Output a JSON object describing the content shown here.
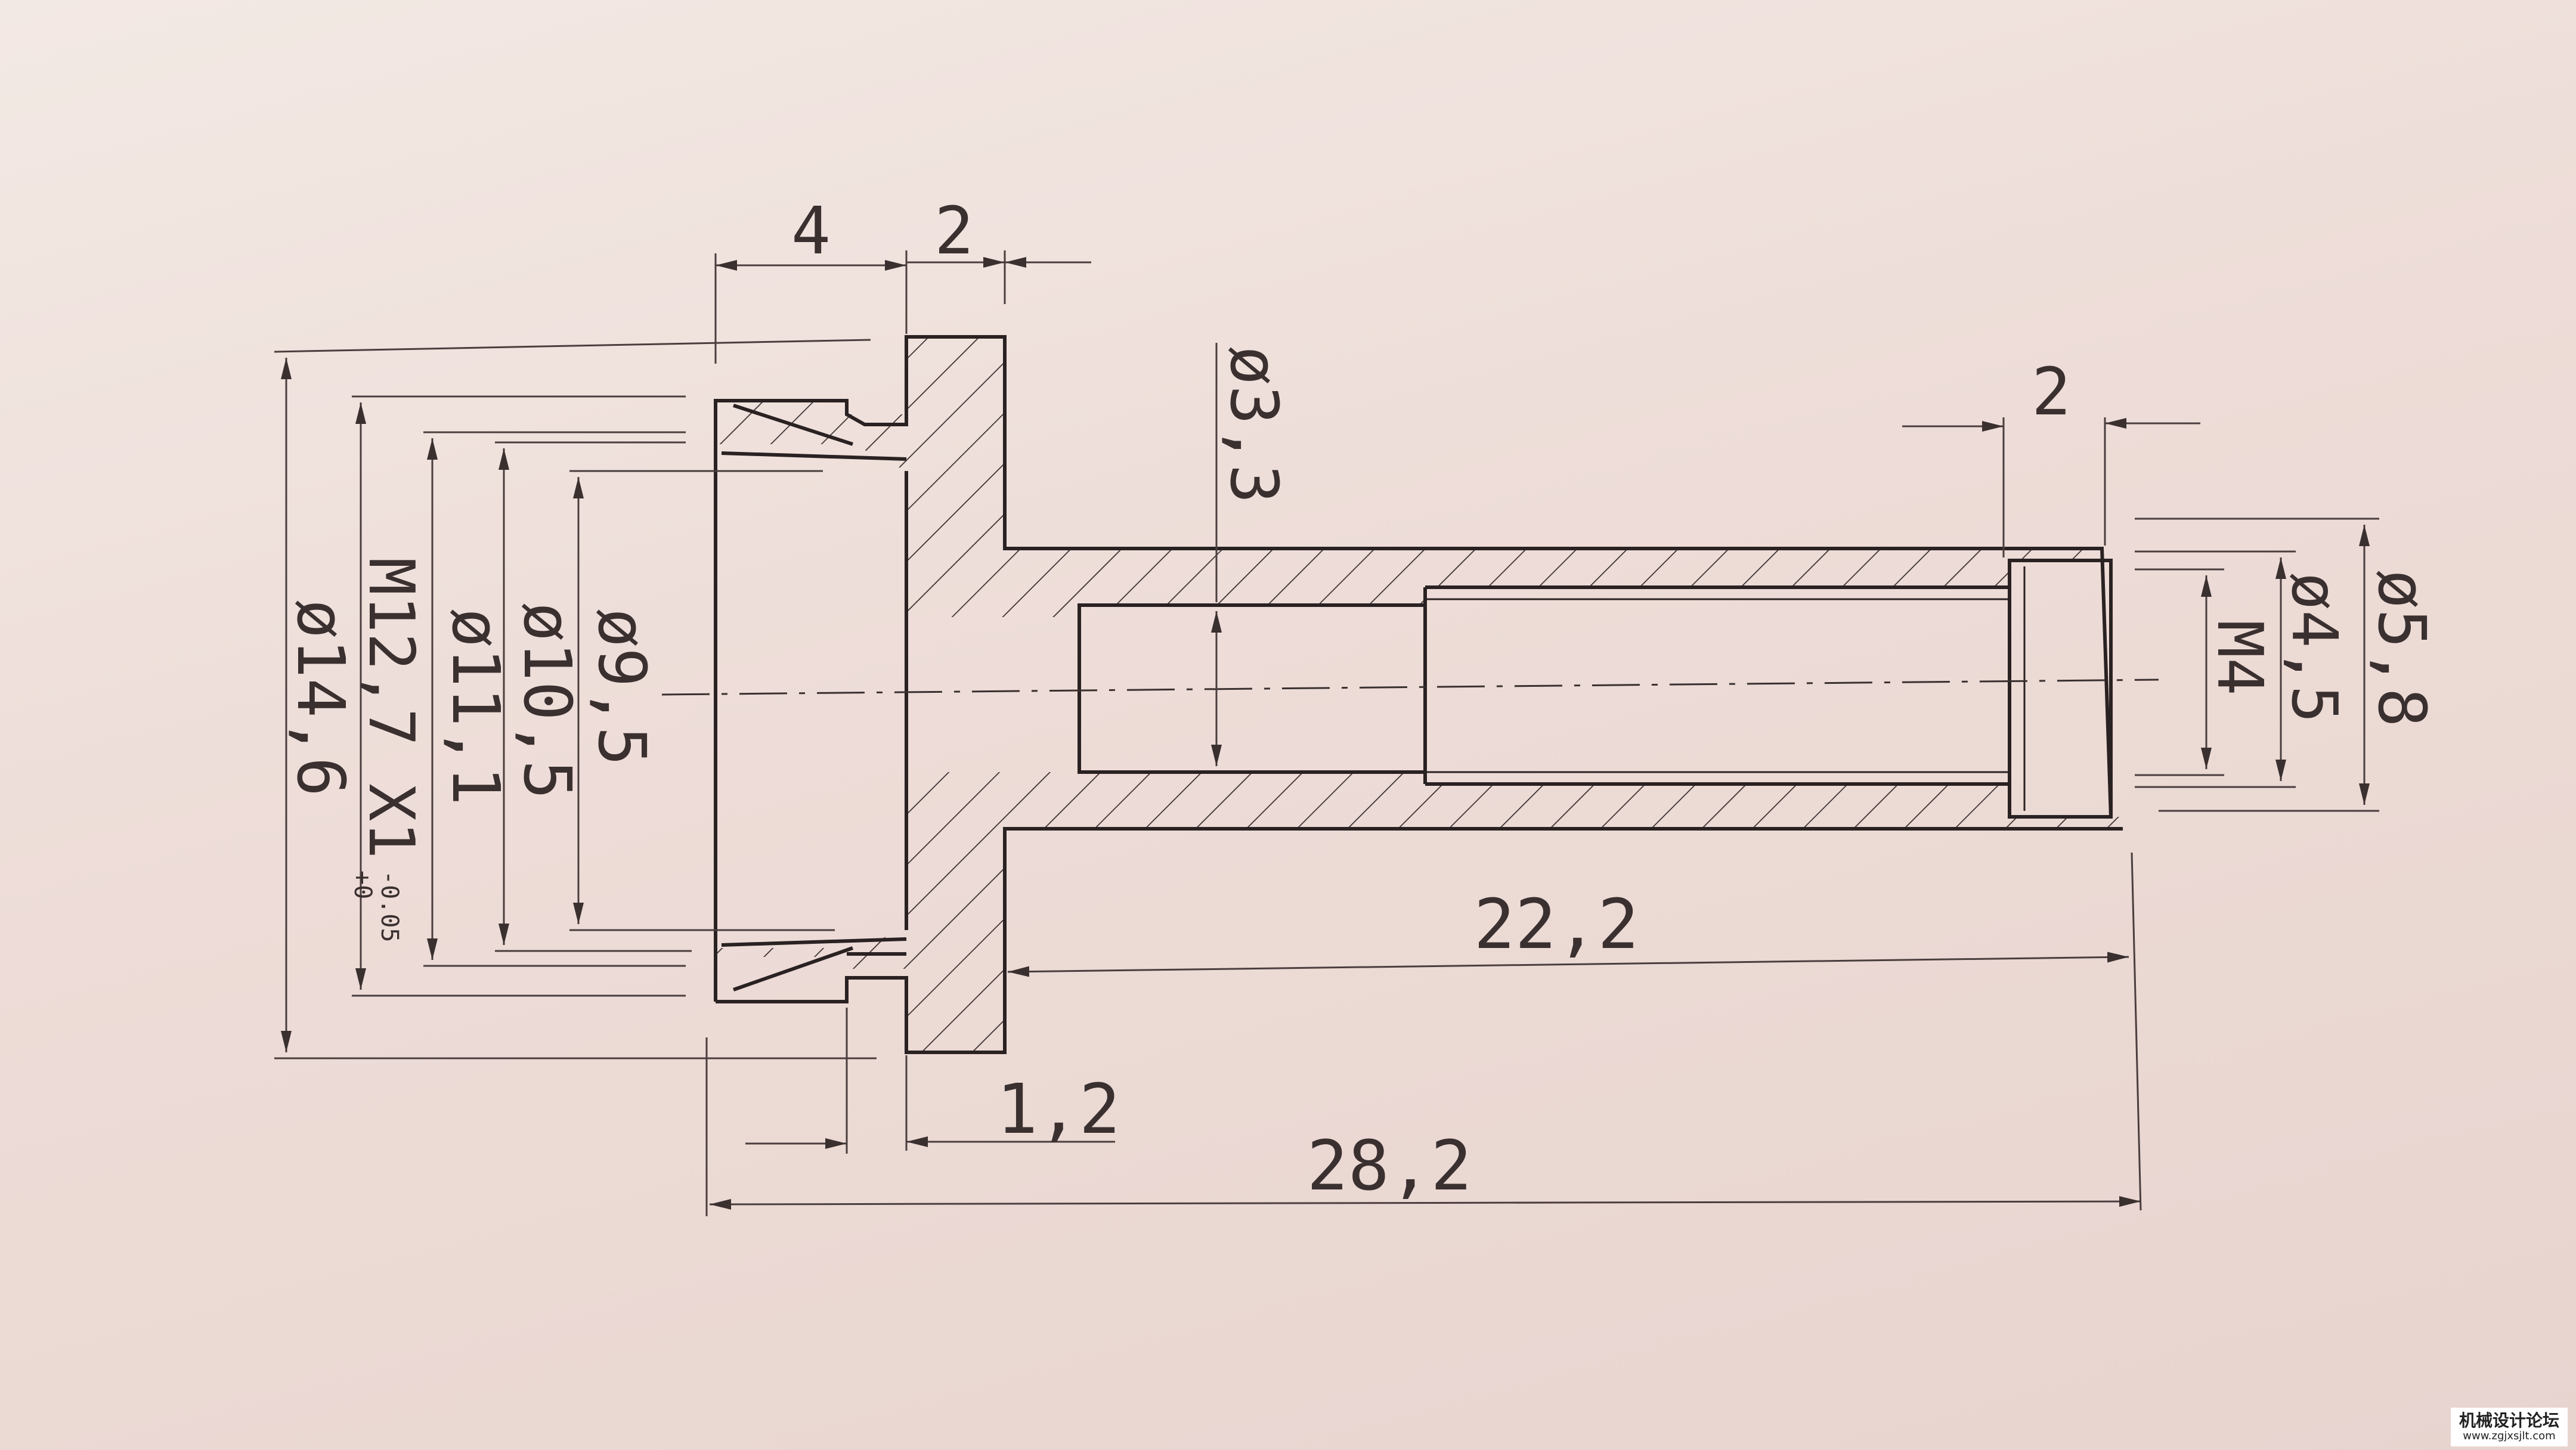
{
  "drawing": {
    "dimensions": {
      "flange_step": "4",
      "flange_thickness": "2",
      "end_counterbore_length": "2",
      "bore_diameter": "ø3,3",
      "recess_diameter": "ø9,5",
      "groove_diameter": "ø10,5",
      "chamfer_diameter": "ø11,1",
      "thread_callout": "M12,7 X1",
      "tolerance_upper": "+0",
      "tolerance_lower": "-0.05",
      "flange_diameter": "ø14,6",
      "thread_small": "M4",
      "small_counterbore_diameter": "ø4,5",
      "shaft_diameter": "ø5,8",
      "shaft_length": "22,2",
      "groove_width": "1,2",
      "overall_length": "28,2"
    }
  },
  "watermark": {
    "name": "机械设计论坛",
    "url": "www.zgjxsjlt.com"
  },
  "colors": {
    "line": "#2a2222",
    "dim_line": "#4a3e3e",
    "paper": "#efe2dd"
  }
}
